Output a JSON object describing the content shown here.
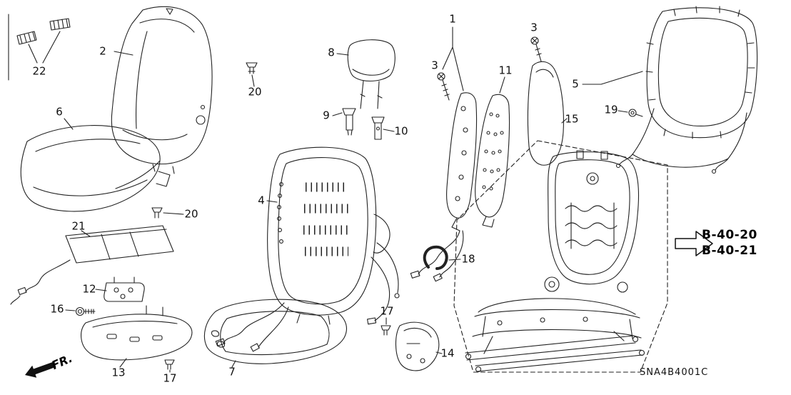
{
  "diagram": {
    "code": "SNA4B4001C",
    "front_marker": "FR.",
    "references": {
      "r1": "B-40-20",
      "r2": "B-40-21"
    }
  },
  "labels": {
    "l1": "1",
    "l2": "2",
    "l3a": "3",
    "l3b": "3",
    "l4": "4",
    "l5": "5",
    "l6": "6",
    "l7": "7",
    "l8": "8",
    "l9": "9",
    "l10": "10",
    "l11": "11",
    "l12": "12",
    "l13": "13",
    "l14": "14",
    "l15": "15",
    "l16": "16",
    "l17a": "17",
    "l17b": "17",
    "l18": "18",
    "l19": "19",
    "l20a": "20",
    "l20b": "20",
    "l21": "21",
    "l22": "22"
  }
}
